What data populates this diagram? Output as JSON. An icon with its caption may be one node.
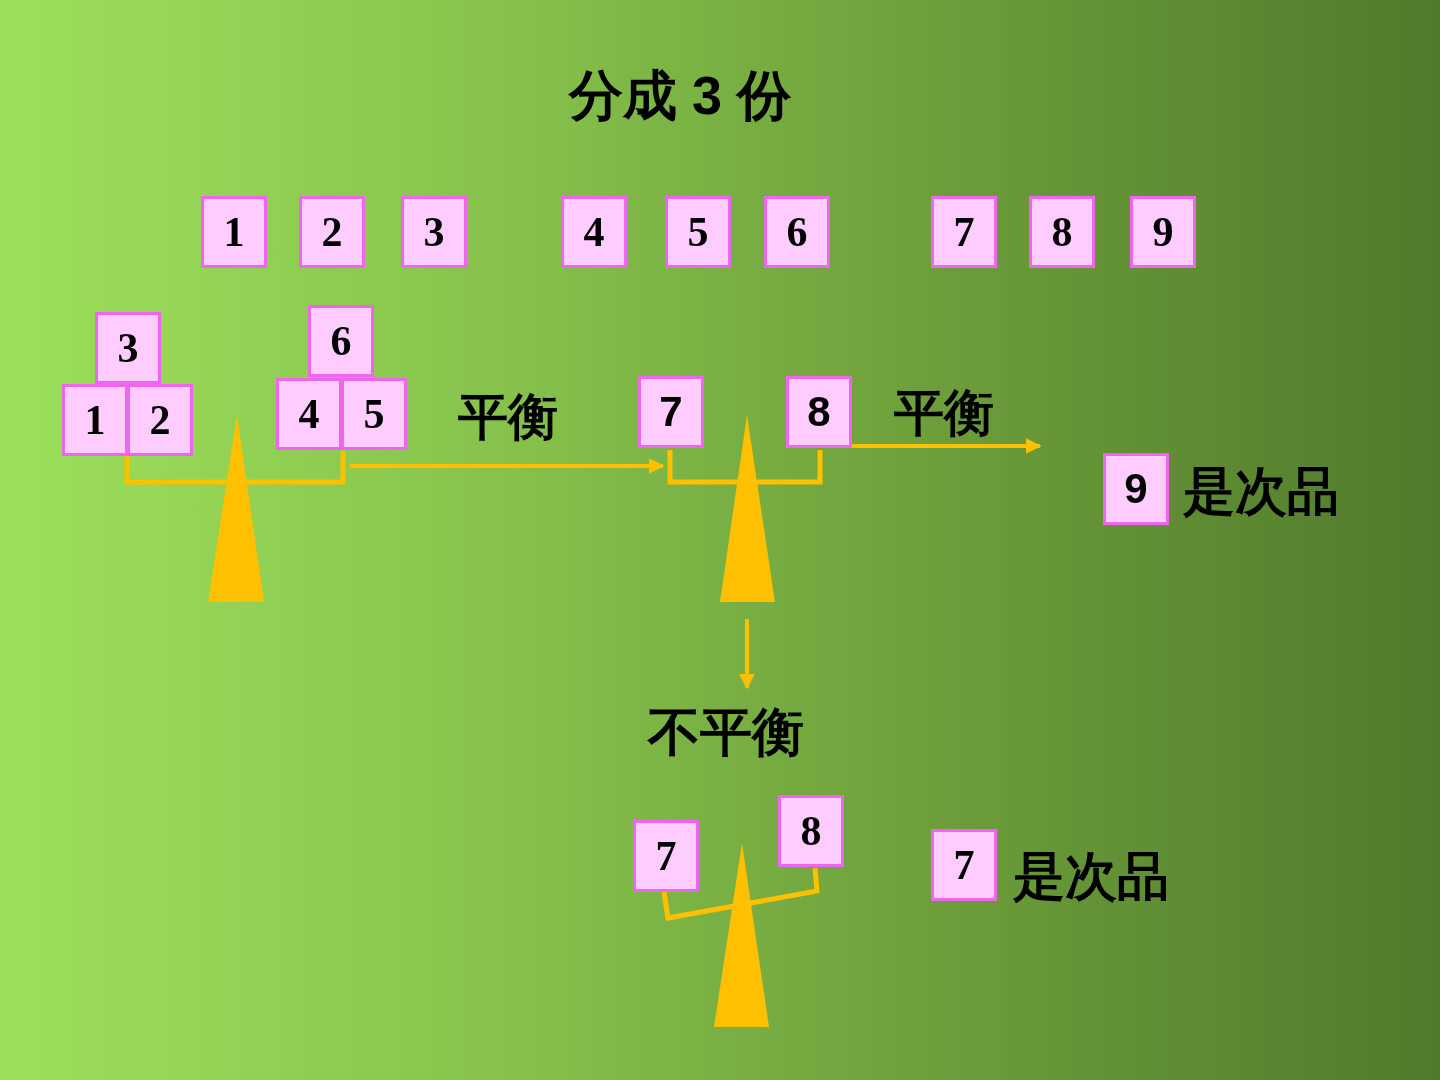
{
  "diagram": {
    "title": "分成 3 份",
    "nodes": [
      {
        "text": [
          "1"
        ]
      },
      {
        "text": [
          "2"
        ]
      },
      {
        "text": [
          "3"
        ]
      },
      {
        "text": [
          "4"
        ]
      },
      {
        "text": [
          "5"
        ]
      },
      {
        "text": [
          "6"
        ]
      },
      {
        "text": [
          "7"
        ]
      },
      {
        "text": [
          "8"
        ]
      },
      {
        "text": [
          "9"
        ]
      },
      {
        "text": [],
        "shape": "picture"
      },
      {
        "text": [
          "3"
        ]
      },
      {
        "text": [
          "1"
        ]
      },
      {
        "text": [
          "2"
        ]
      },
      {
        "text": [
          "6"
        ]
      },
      {
        "text": [
          "4"
        ]
      },
      {
        "text": [
          "5"
        ]
      },
      {
        "text": [],
        "shape": "picture"
      },
      {
        "text": [
          "7"
        ]
      },
      {
        "text": [
          "8"
        ]
      },
      {
        "text": [
          "9"
        ],
        "beside": [
          "是次品"
        ]
      },
      {
        "text": [
          "不平衡"
        ]
      },
      {
        "text": [],
        "shape": "picture"
      },
      {
        "text": [
          "7"
        ]
      },
      {
        "text": [
          "8"
        ]
      },
      {
        "text": [
          "7"
        ],
        "beside": [
          "是次品"
        ]
      }
    ],
    "edges": [
      {
        "from": 9,
        "to": 16,
        "arrow": "to",
        "label": "平衡"
      },
      {
        "from": 16,
        "to": null,
        "arrow": "to",
        "label": "平衡"
      },
      {
        "from": 16,
        "to": 20,
        "arrow": "to"
      }
    ]
  }
}
